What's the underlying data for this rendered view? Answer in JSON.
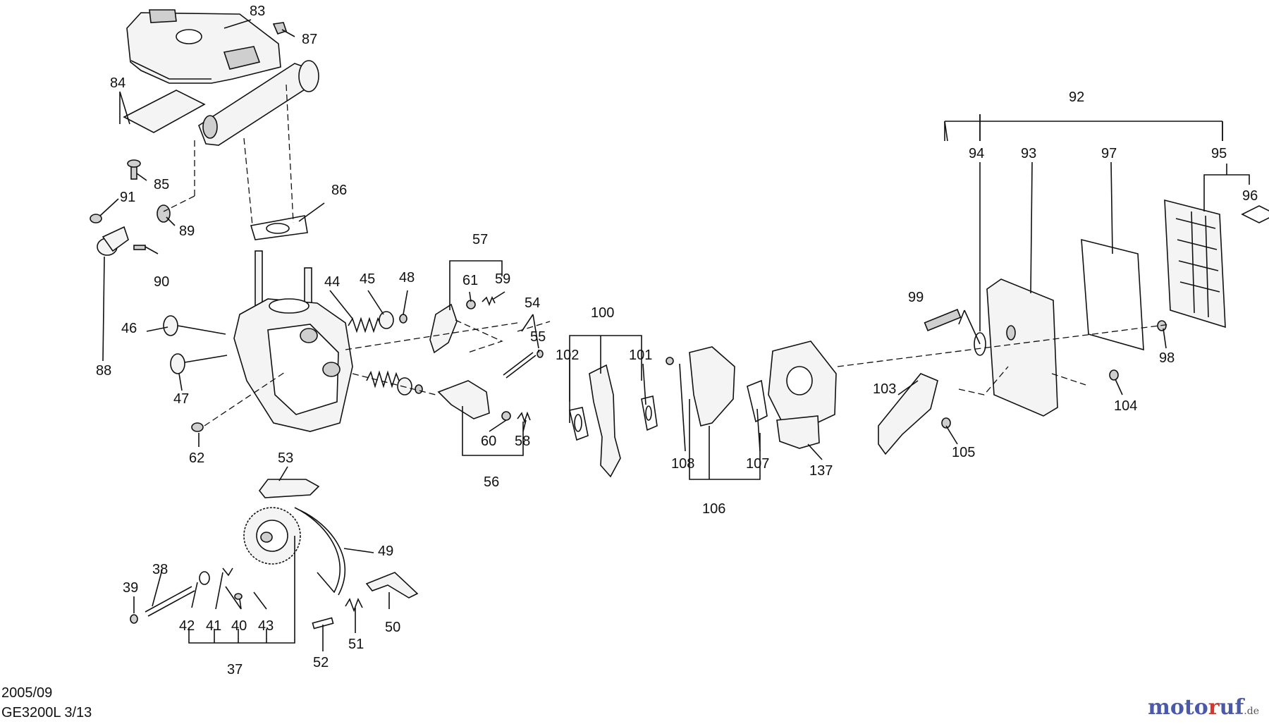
{
  "footer": {
    "date": "2005/09",
    "model": "GE3200L 3/13"
  },
  "brand": {
    "name_part1": "moto",
    "name_part2": "r",
    "name_part3": "uf",
    "tld": ".de",
    "colors": {
      "primary": "#4a5aa8",
      "accent": "#d0392b"
    }
  },
  "part_numbers": [
    "83",
    "87",
    "84",
    "85",
    "91",
    "89",
    "90",
    "88",
    "86",
    "46",
    "47",
    "62",
    "44",
    "45",
    "48",
    "57",
    "61",
    "59",
    "54",
    "55",
    "60",
    "58",
    "56",
    "53",
    "49",
    "38",
    "39",
    "42",
    "41",
    "40",
    "43",
    "37",
    "52",
    "51",
    "50",
    "100",
    "102",
    "101",
    "106",
    "108",
    "107",
    "137",
    "92",
    "94",
    "93",
    "97",
    "95",
    "96",
    "99",
    "98",
    "103",
    "104",
    "105"
  ]
}
